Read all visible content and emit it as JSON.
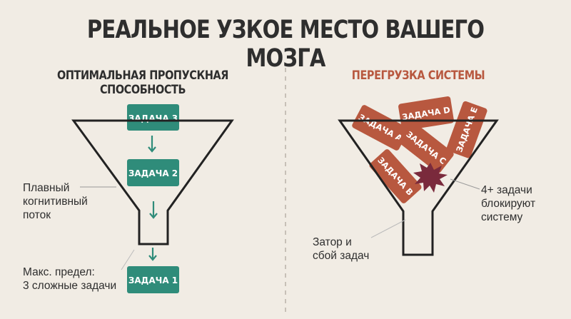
{
  "title": "РЕАЛЬНОЕ УЗКОЕ МЕСТО ВАШЕГО МОЗГА",
  "left": {
    "heading": "ОПТИМАЛЬНАЯ ПРОПУСКНАЯ СПОСОБНОСТЬ",
    "tasks": [
      "ЗАДАЧА 3",
      "ЗАДАЧА 2",
      "ЗАДАЧА 1"
    ],
    "flow_label": [
      "Плавный",
      "когнитивный",
      "поток"
    ],
    "limit_label": [
      "Макс. предел:",
      "3 сложные задачи"
    ]
  },
  "right": {
    "heading": "ПЕРЕГРУЗКА СИСТЕМЫ",
    "tasks": [
      "ЗАДАЧА D",
      "ЗАДАЧА A",
      "ЗАДАЧА C",
      "ЗАДАЧА B",
      "ЗАДАЧА E"
    ],
    "jam_label": [
      "Затор и",
      "сбой задач"
    ],
    "block_label": [
      "4+ задачи",
      "блокируют",
      "систему"
    ]
  },
  "colors": {
    "background": "#f1ece4",
    "teal": "#2f8c7a",
    "rust": "#b8583f",
    "burst": "#7a2a3c",
    "ink": "#2e2e2e"
  }
}
